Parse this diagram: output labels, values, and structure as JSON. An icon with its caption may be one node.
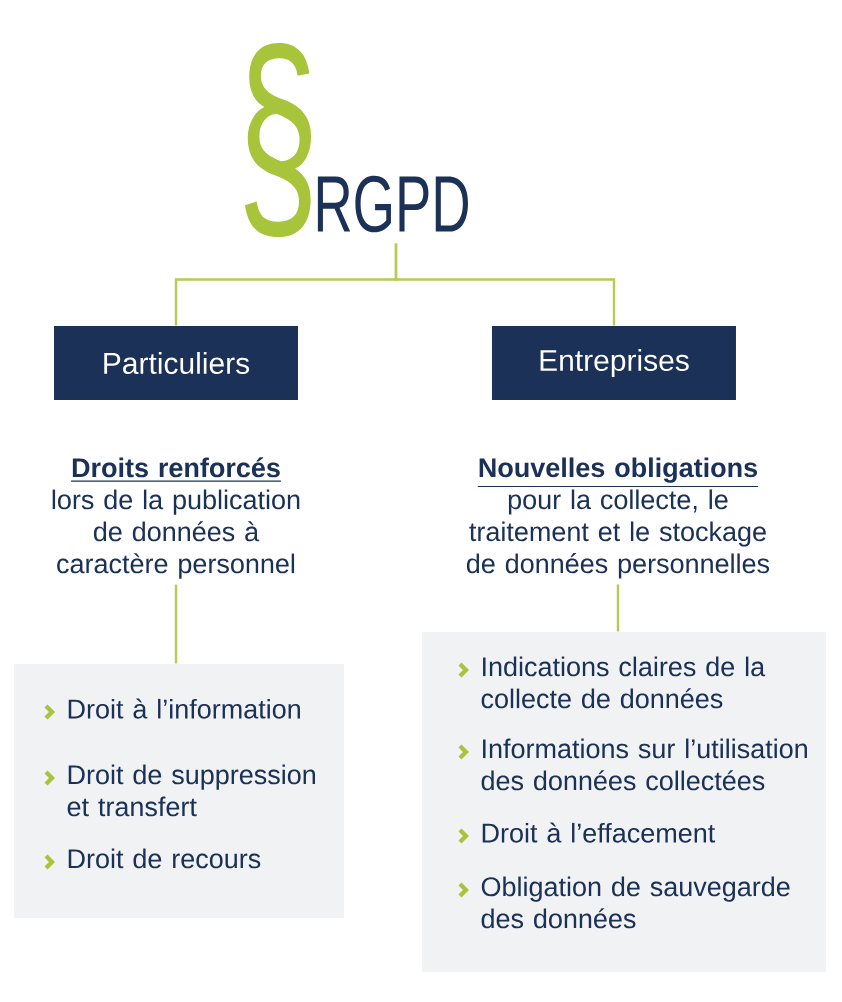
{
  "diagram": {
    "nodes": [
      {
        "text": [
          "RGPD"
        ]
      },
      {
        "text": [
          "Particuliers"
        ]
      },
      {
        "text": [
          "Entreprises"
        ]
      },
      {
        "text": [
          "Droits renforcés",
          "lors de la publication de données à caractère personnel"
        ]
      },
      {
        "text": [
          "Nouvelles obligations",
          "pour la collecte, le traitement et le stockage de données personnelles"
        ]
      },
      {
        "text": [
          "Droit à l’information",
          "Droit de suppression et transfert",
          "Droit de recours"
        ]
      },
      {
        "text": [
          "Indications claires de la collecte de données",
          "Informations sur l’utilisation des données collectées",
          "Droit à l’effacement",
          "Obligation de sauvegarde des données"
        ]
      }
    ],
    "edges": [
      {
        "from": 0,
        "to": 1,
        "arrow": "none"
      },
      {
        "from": 0,
        "to": 2,
        "arrow": "none"
      },
      {
        "from": 3,
        "to": 5,
        "arrow": "none"
      },
      {
        "from": 4,
        "to": 6,
        "arrow": "none"
      }
    ],
    "labels": [
      "§"
    ]
  }
}
